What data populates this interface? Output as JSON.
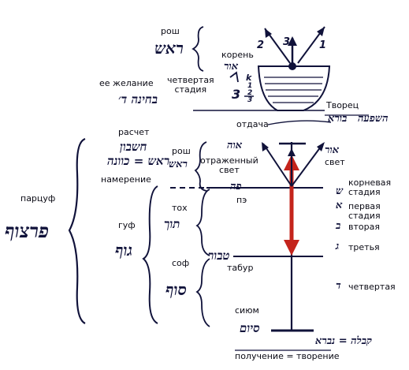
{
  "labels": {
    "rosh_top": "рош",
    "koren": "корень",
    "ee_zhelanie": "ее желание",
    "chetvertaya_stadiya": "четвертая\nстадия",
    "tvorets": "Творец",
    "otdacha": "отдача",
    "raschet": "расчет",
    "rosh_mid": "рош",
    "otrazhenny_svet": "отраженный\nсвет",
    "svet": "свет",
    "namerenie": "намерение",
    "pe": "пэ",
    "partsuf": "парцуф",
    "guf": "гуф",
    "tokh": "тох",
    "korneva_stadiya": "корневая\nстадия",
    "pervaya_stadiya": "первая\nстадия",
    "vtoraya": "вторая",
    "tretya": "третья",
    "sof": "соф",
    "tabur": "табур",
    "chetvertaya": "четвертая",
    "siyum": "сиюм",
    "poluchenie": "получение = творение"
  },
  "hebrew": {
    "rosh_top": "ראש",
    "ohr": "אור",
    "ohr_right": "אור",
    "ohr_hozer": "אוה",
    "tvorets": "בורא",
    "tvorets_note": "השפעה",
    "bhina": "בחינה ד׳",
    "raschet": "חשבון",
    "namerenie": "ראש = כוונה",
    "pe": "פה",
    "partsuf": "פרצוף",
    "guf": "גוף",
    "tokh": "תוך",
    "sof": "סוף",
    "tabur": "טבור",
    "siyum": "סיום",
    "poluchenie": "קבלה = נברא",
    "shoresh": "ש",
    "aleph": "א",
    "bet": "ב",
    "gimel": "ג",
    "dalet": "ד"
  },
  "numbers": {
    "ray1": "1",
    "ray2": "2",
    "ray3": "3",
    "k": "k",
    "l1": "1",
    "l2": "2",
    "l3": "3",
    "bet": "3"
  },
  "colors": {
    "ink": "#10123a",
    "red": "#c4241c"
  }
}
